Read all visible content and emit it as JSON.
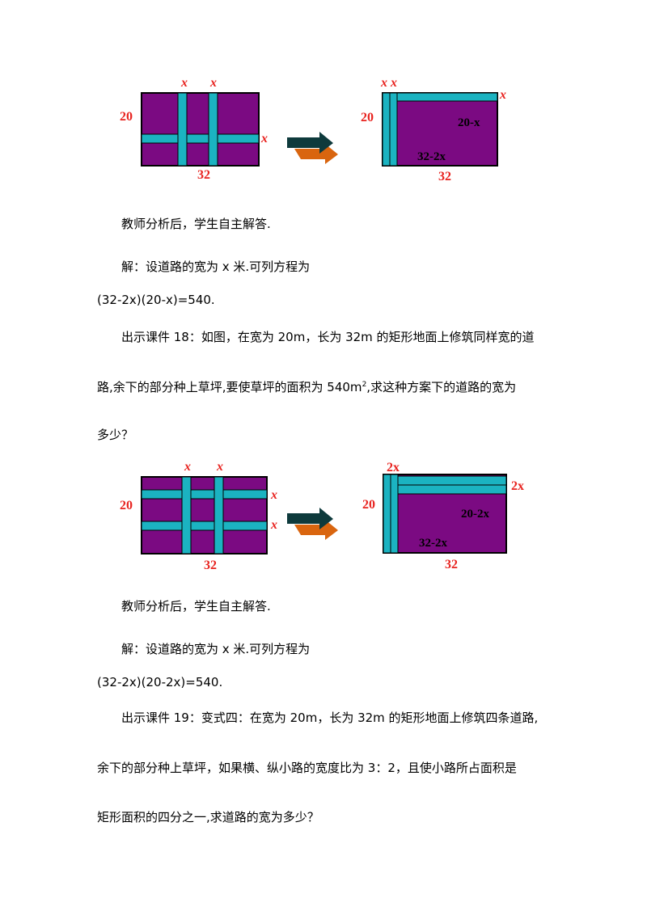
{
  "figure1": {
    "left": {
      "label_width": "20",
      "label_length": "32",
      "label_road_v1": "x",
      "label_road_v2": "x",
      "label_road_h": "x"
    },
    "right": {
      "label_width": "20",
      "label_length": "32",
      "label_xx": "x x",
      "label_x": "x",
      "label_remaining_h": "20-x",
      "label_remaining_w": "32-2x"
    }
  },
  "text1": {
    "p1": "教师分析后，学生自主解答.",
    "p2": "解：设道路的宽为 x 米.可列方程为",
    "p3": "(32-2x)(20-x)=540.",
    "p4": "出示课件 18：如图，在宽为 20m，长为 32m 的矩形地面上修筑同样宽的道",
    "p5_before_sup": "路,余下的部分种上草坪,要使草坪的面积为 540m",
    "p5_sup": "2",
    "p5_after_sup": ",求这种方案下的道路的宽为",
    "p6": "多少？"
  },
  "figure2": {
    "left": {
      "label_width": "20",
      "label_length": "32",
      "label_road_v1": "x",
      "label_road_v2": "x",
      "label_road_h1": "x",
      "label_road_h2": "x"
    },
    "right": {
      "label_width": "20",
      "label_length": "32",
      "label_2x_top": "2x",
      "label_2x_right": "2x",
      "label_remaining_h": "20-2x",
      "label_remaining_w": "32-2x"
    }
  },
  "text2": {
    "p1": "教师分析后，学生自主解答.",
    "p2": "解：设道路的宽为 x 米.可列方程为",
    "p3": "(32-2x)(20-2x)=540.",
    "p4": "出示课件 19：变式四：在宽为 20m，长为 32m 的矩形地面上修筑四条道路,",
    "p5": "余下的部分种上草坪，如果横、纵小路的宽度比为 3：2，且使小路所占面积是",
    "p6": "矩形面积的四分之一,求道路的宽为多少？"
  },
  "colors": {
    "plot": "#7b0a82",
    "road": "#1bb3c1",
    "label": "#e8231f",
    "arrow_dark": "#0e3a3c",
    "arrow_orange": "#d9650f"
  }
}
